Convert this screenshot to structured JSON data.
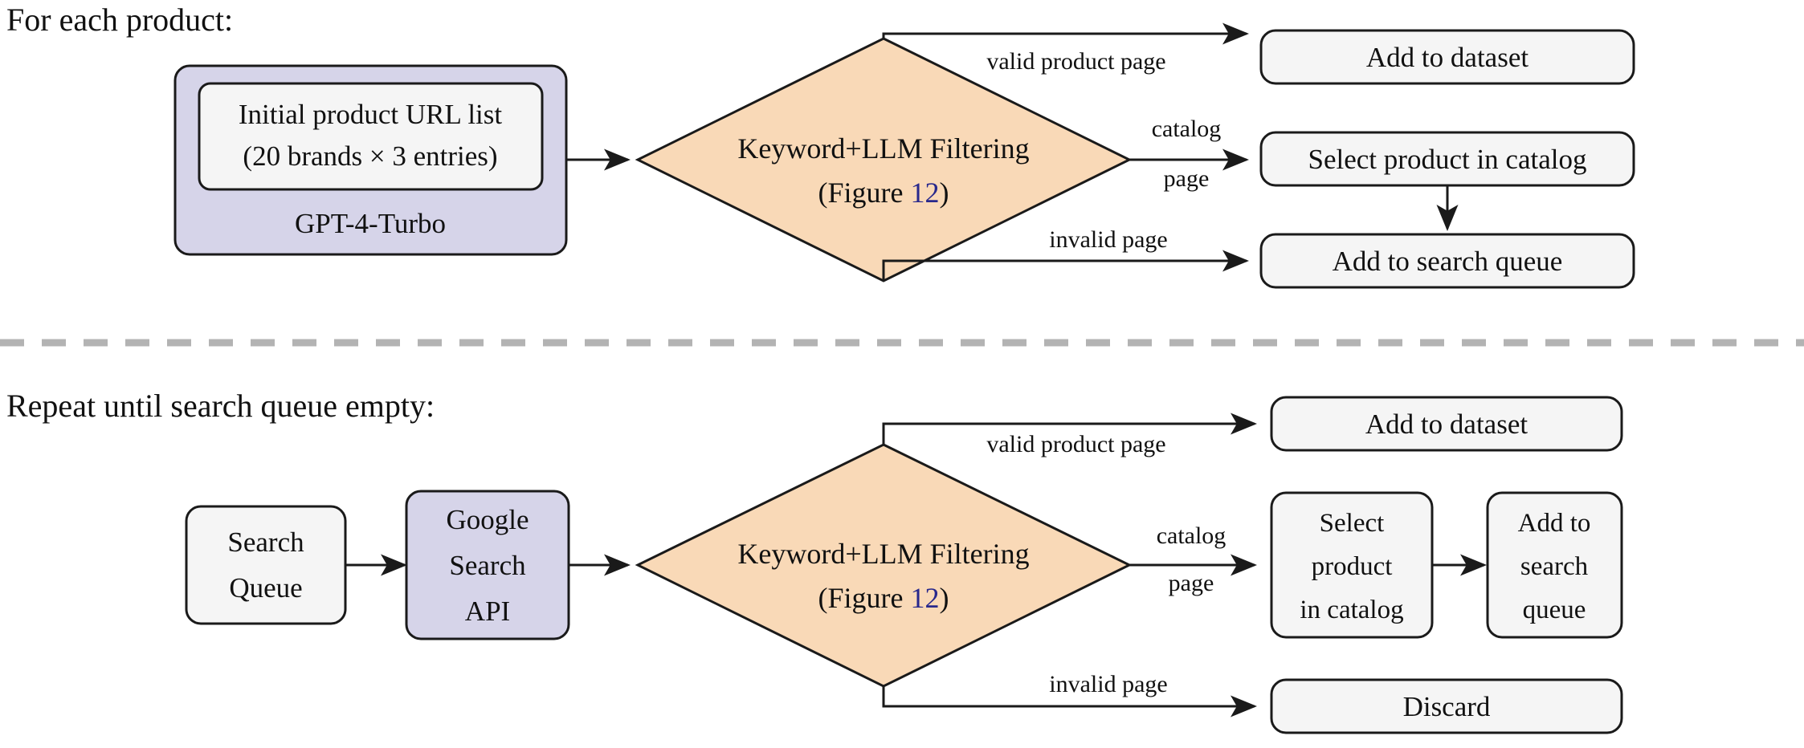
{
  "diagram": {
    "title_top": "For each product:",
    "title_bottom": "Repeat until search queue empty:",
    "colors": {
      "box_fill": "#f5f5f5",
      "purple_fill": "#d6d4e9",
      "diamond_fill": "#f9d9b7",
      "stroke": "#1a1a1a",
      "divider": "#b3b3b3",
      "figure_link": "#28288c"
    }
  },
  "top_section": {
    "source_group": {
      "outer_label": "GPT-4-Turbo",
      "inner_line1": "Initial  product  URL  list",
      "inner_line2": "(20  brands  ×  3  entries)"
    },
    "decision": {
      "line1": "Keyword+LLM Filtering",
      "line2_prefix": "(Figure ",
      "line2_ref": "12",
      "line2_suffix": ")"
    },
    "edge_labels": {
      "valid": "valid product page",
      "catalog_line1": "catalog",
      "catalog_line2": "page",
      "invalid": "invalid page"
    },
    "outcomes": {
      "valid": "Add to dataset",
      "catalog": "Select product in catalog",
      "invalid": "Add to search queue"
    }
  },
  "bottom_section": {
    "queue": {
      "line1": "Search",
      "line2": "Queue"
    },
    "api": {
      "line1": "Google",
      "line2": "Search",
      "line3": "API"
    },
    "decision": {
      "line1": "Keyword+LLM Filtering",
      "line2_prefix": "(Figure ",
      "line2_ref": "12",
      "line2_suffix": ")"
    },
    "edge_labels": {
      "valid": "valid product page",
      "catalog_line1": "catalog",
      "catalog_line2": "page",
      "invalid": "invalid page"
    },
    "outcomes": {
      "valid": "Add to dataset",
      "catalog_line1": "Select",
      "catalog_line2": "product",
      "catalog_line3": "in catalog",
      "requeue_line1": "Add to",
      "requeue_line2": "search",
      "requeue_line3": "queue",
      "invalid": "Discard"
    }
  }
}
